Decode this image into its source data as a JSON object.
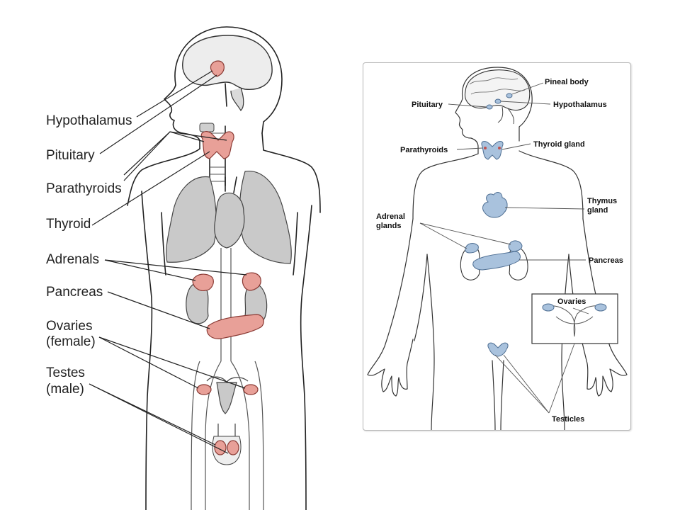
{
  "left_diagram": {
    "labels": {
      "hypothalamus": "Hypothalamus",
      "pituitary": "Pituitary",
      "parathyroids": "Parathyroids",
      "thyroid": "Thyroid",
      "adrenals": "Adrenals",
      "pancreas": "Pancreas",
      "ovaries_line1": "Ovaries",
      "ovaries_line2": "(female)",
      "testes_line1": "Testes",
      "testes_line2": "(male)"
    }
  },
  "right_diagram": {
    "labels": {
      "pineal_body": "Pineal body",
      "pituitary": "Pituitary",
      "hypothalamus": "Hypothalamus",
      "parathyroids": "Parathyroids",
      "thyroid_gland": "Thyroid gland",
      "thymus_line1": "Thymus",
      "thymus_line2": "gland",
      "adrenal_line1": "Adrenal",
      "adrenal_line2": "glands",
      "pancreas": "Pancreas",
      "ovaries": "Ovaries",
      "testicles": "Testicles"
    }
  },
  "colors": {
    "left_gland": "#e8a098",
    "left_organ": "#c9c9c9",
    "right_gland": "#a9c2dd"
  }
}
